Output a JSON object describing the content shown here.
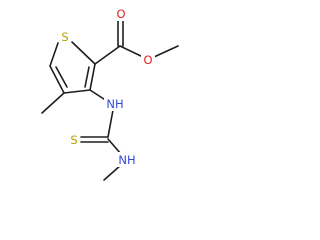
{
  "molecule": {
    "atoms": {
      "ring_sulfur": "S",
      "carbonyl_oxygen": "O",
      "ester_oxygen": "O",
      "amine_nh_top": "NH",
      "thione_sulfur": "S",
      "amine_nh_bottom": "NH"
    },
    "colors": {
      "sulfur": "#b5a000",
      "oxygen": "#e0231a",
      "nitrogen": "#3347d9",
      "bond": "#1e1e1e",
      "background": "#ffffff"
    }
  }
}
